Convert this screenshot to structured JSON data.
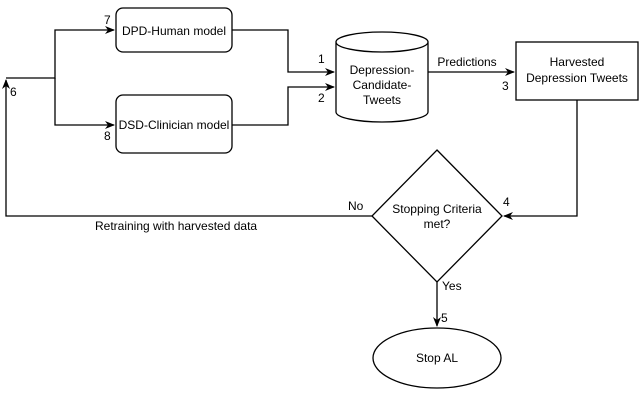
{
  "nodes": {
    "dpd_human": "DPD-Human model",
    "dsd_clinician": "DSD-Clinician model",
    "candidate_tweets": [
      "Depression-",
      "Candidate-",
      "Tweets"
    ],
    "harvested": [
      "Harvested",
      "Depression Tweets"
    ],
    "stopping": [
      "Stopping Criteria",
      "met?"
    ],
    "stop": "Stop AL"
  },
  "edge_labels": {
    "predictions": "Predictions",
    "no": "No",
    "yes": "Yes",
    "retraining": "Retraining with harvested data"
  },
  "step_numbers": {
    "s1": "1",
    "s2": "2",
    "s3": "3",
    "s4": "4",
    "s5": "5",
    "s6": "6",
    "s7": "7",
    "s8": "8"
  }
}
